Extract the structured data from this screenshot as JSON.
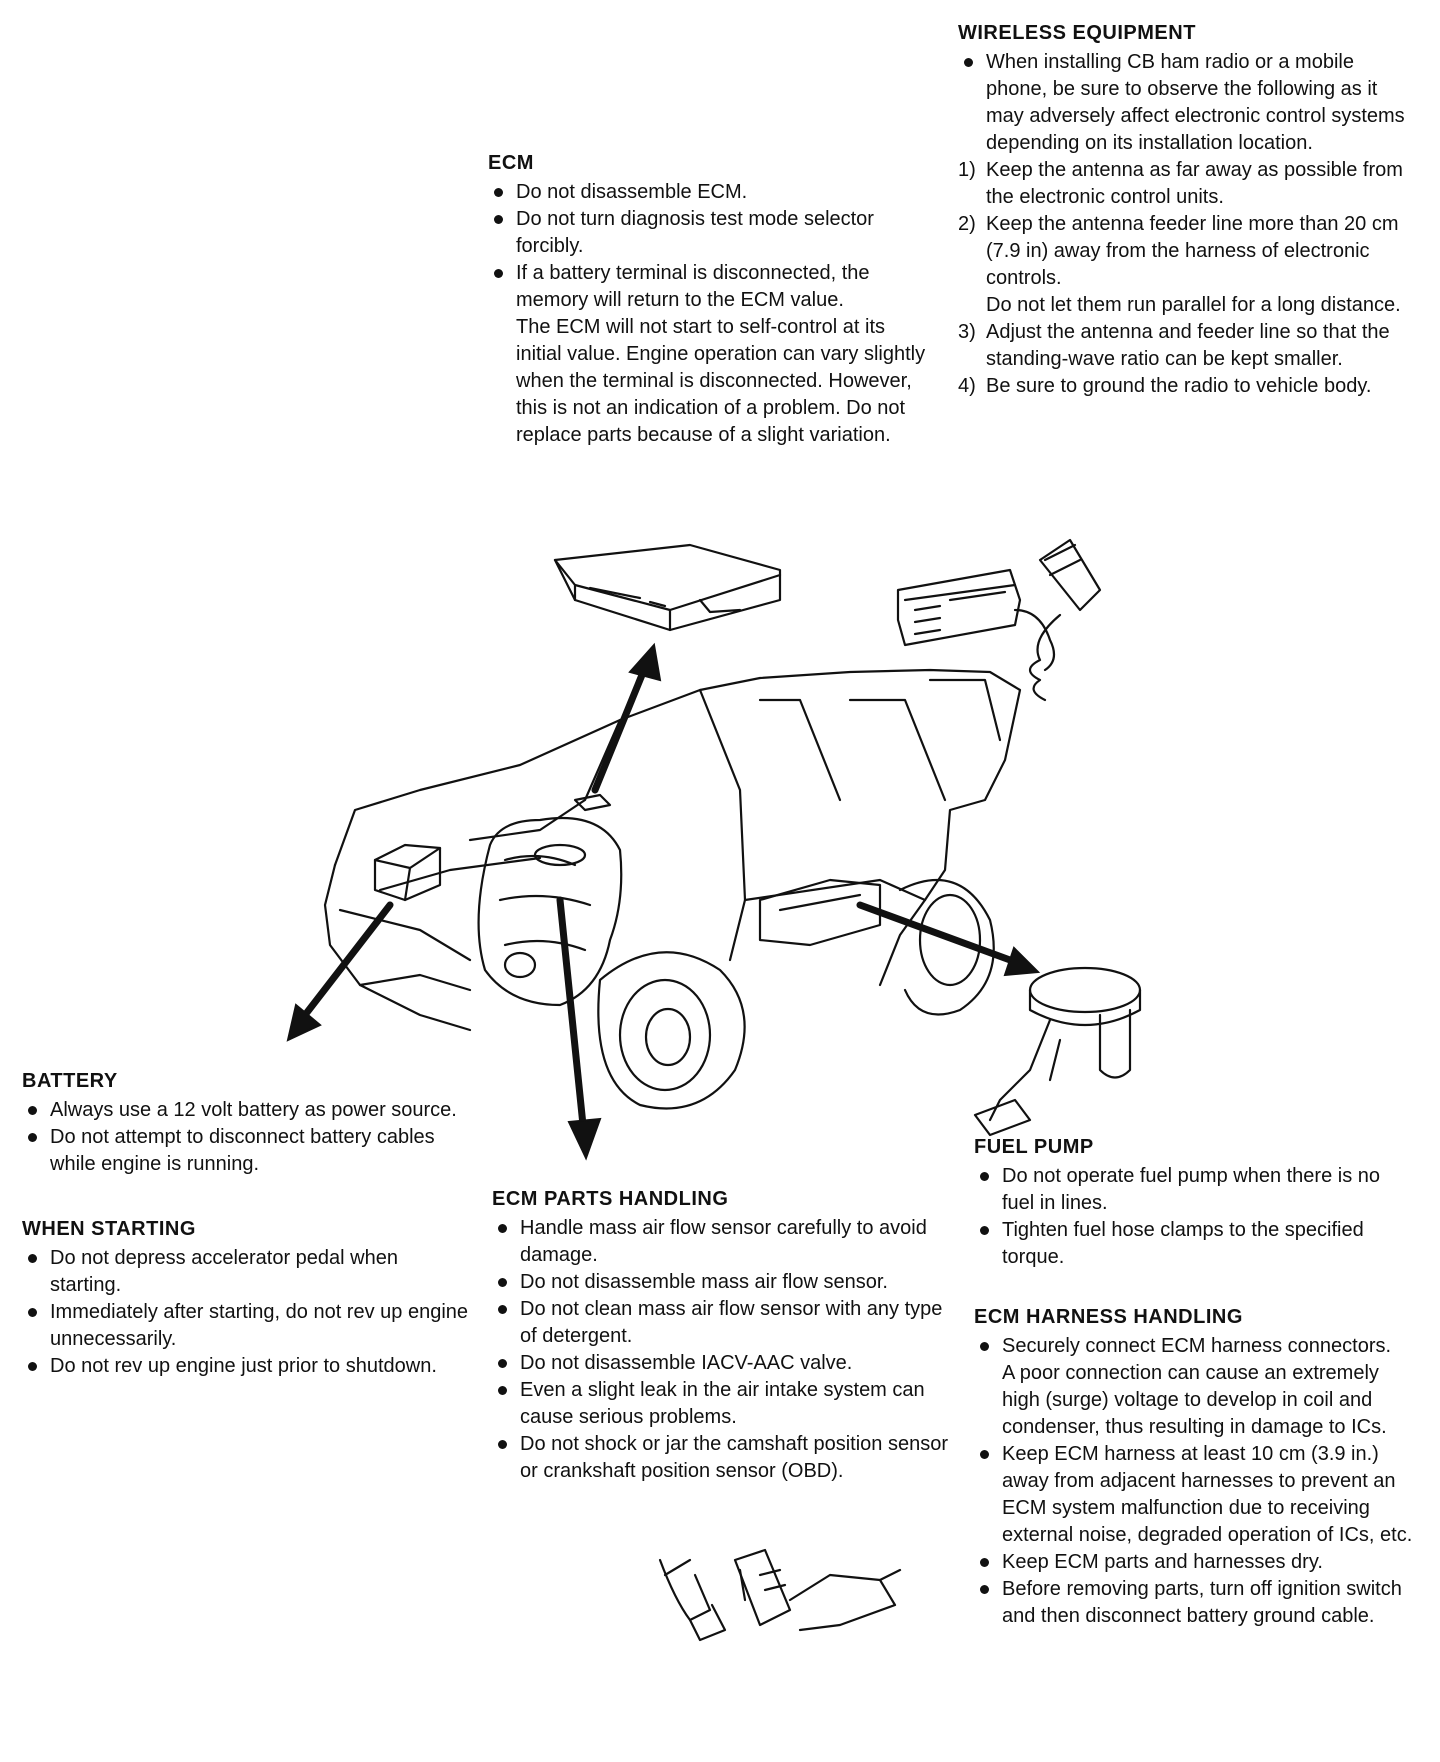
{
  "wireless": {
    "heading": "WIRELESS EQUIPMENT",
    "intro": "When installing CB ham radio or a mobile phone, be sure to observe the following as it may adversely affect electronic control systems depending on its installation location.",
    "items": [
      {
        "num": "1)",
        "text": "Keep the antenna as far away as possible from the electronic control units."
      },
      {
        "num": "2)",
        "text": "Keep the antenna feeder line more than 20 cm (7.9 in) away from the harness of electronic controls.",
        "extra": "Do not let them run parallel for a long distance."
      },
      {
        "num": "3)",
        "text": "Adjust the antenna and feeder line so that the standing-wave ratio can be kept smaller."
      },
      {
        "num": "4)",
        "text": "Be sure to ground the radio to vehicle body."
      }
    ]
  },
  "ecm": {
    "heading": "ECM",
    "items": [
      {
        "text": "Do not disassemble ECM."
      },
      {
        "text": "Do not turn diagnosis test mode selector forcibly."
      },
      {
        "text": "If a battery terminal is disconnected, the memory will return to the ECM value.",
        "extra": "The ECM will not start to self-control at its initial value. Engine operation can vary slightly when the terminal is disconnected. However, this is not an indication of a problem. Do not replace parts because of a slight variation."
      }
    ]
  },
  "battery": {
    "heading": "BATTERY",
    "items": [
      {
        "text": "Always use a 12 volt battery as power source."
      },
      {
        "text": "Do not attempt to disconnect battery cables while engine is running."
      }
    ]
  },
  "starting": {
    "heading": "WHEN STARTING",
    "items": [
      {
        "text": "Do not depress accelerator pedal when starting."
      },
      {
        "text": "Immediately after starting, do not rev up engine unnecessarily."
      },
      {
        "text": "Do not rev up engine just prior to shutdown."
      }
    ]
  },
  "ecm_parts": {
    "heading": "ECM PARTS HANDLING",
    "items": [
      {
        "text": "Handle mass air flow sensor carefully to avoid damage."
      },
      {
        "text": "Do not disassemble mass air flow sensor."
      },
      {
        "text": "Do not clean mass air flow sensor with any type of detergent."
      },
      {
        "text": "Do not disassemble IACV-AAC valve."
      },
      {
        "text": "Even a slight leak in the air intake system can cause serious problems."
      },
      {
        "text": "Do not shock or jar the camshaft position sensor or crankshaft position sensor (OBD)."
      }
    ]
  },
  "fuel_pump": {
    "heading": "FUEL PUMP",
    "items": [
      {
        "text": "Do not operate fuel pump when there is no fuel in lines."
      },
      {
        "text": "Tighten fuel hose clamps to the specified torque."
      }
    ]
  },
  "harness": {
    "heading": "ECM HARNESS HANDLING",
    "items": [
      {
        "text": "Securely connect ECM harness connectors.",
        "extra": "A poor connection can cause an extremely high (surge) voltage to develop in coil and condenser, thus resulting in damage to ICs."
      },
      {
        "text": "Keep ECM harness at least 10 cm (3.9 in.) away from adjacent harnesses to prevent an ECM system malfunction due to receiving external noise, degraded operation of ICs, etc."
      },
      {
        "text": "Keep ECM parts and harnesses dry."
      },
      {
        "text": "Before removing parts, turn off ignition switch and then disconnect battery ground cable."
      }
    ]
  }
}
